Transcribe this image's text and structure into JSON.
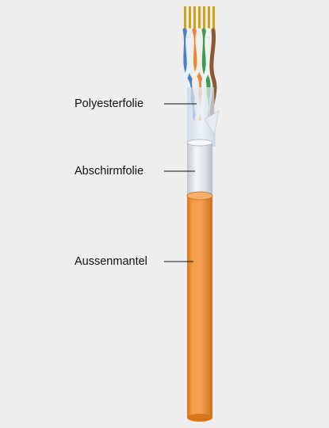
{
  "labels": [
    "Polyesterfolie",
    "Abschirmfolie",
    "Aussenmantel"
  ],
  "colors": {
    "background": "#eeeeee",
    "outer_jacket": "#f0953a",
    "shield_foil": "#e4e8ec",
    "polyester_foil": "#dbe6f1",
    "conductor": "#d4a017",
    "pair_orange": "#e8883a",
    "pair_blue": "#4a7fc4",
    "pair_green": "#3f9a55",
    "pair_brown": "#8a5a34",
    "leader_line": "#111111"
  }
}
